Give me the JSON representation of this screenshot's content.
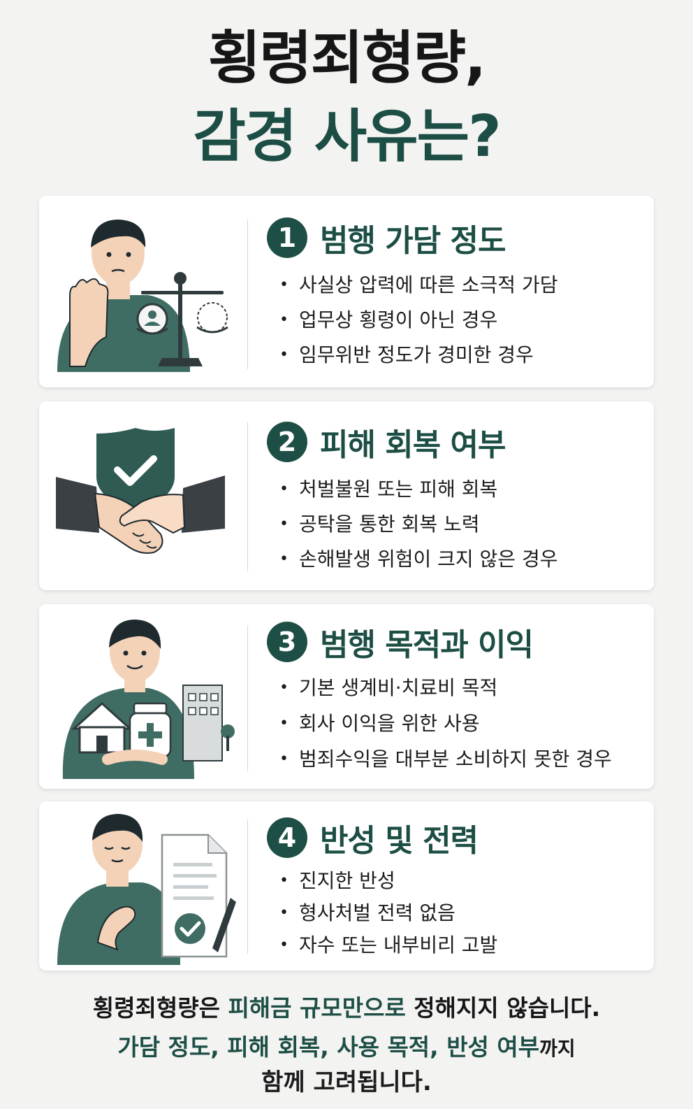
{
  "title": {
    "line1": "횡령죄형량,",
    "line2": "감경 사유는?"
  },
  "cards": [
    {
      "number": "1",
      "heading": "범행 가담 정도",
      "bullets": [
        "사실상 압력에 따른 소극적 가담",
        "업무상 횡령이 아닌 경우",
        "임무위반 정도가 경미한 경우"
      ]
    },
    {
      "number": "2",
      "heading": "피해 회복 여부",
      "bullets": [
        "처벌불원 또는 피해 회복",
        "공탁을 통한 회복 노력",
        "손해발생 위험이 크지 않은 경우"
      ]
    },
    {
      "number": "3",
      "heading": "범행 목적과 이익",
      "bullets": [
        "기본 생계비·치료비 목적",
        "회사 이익을 위한 사용",
        "범죄수익을 대부분 소비하지 못한 경우"
      ]
    },
    {
      "number": "4",
      "heading": "반성 및 전력",
      "bullets": [
        "진지한 반성",
        "형사처벌 전력 없음",
        "자수 또는 내부비리 고발"
      ]
    }
  ],
  "footer": {
    "l1a": "횡령죄형량은 ",
    "l1b": "피해금 규모만으로",
    "l1c": " 정해지지 않습니다.",
    "l2a": "가담 정도, 피해 회복, 사용 목적, 반성 여부",
    "l2b": "까지",
    "l3": "함께 고려됩니다."
  },
  "colors": {
    "accent": "#1d4e45",
    "shirt": "#3f6d64",
    "background": "#f3f3f2"
  }
}
